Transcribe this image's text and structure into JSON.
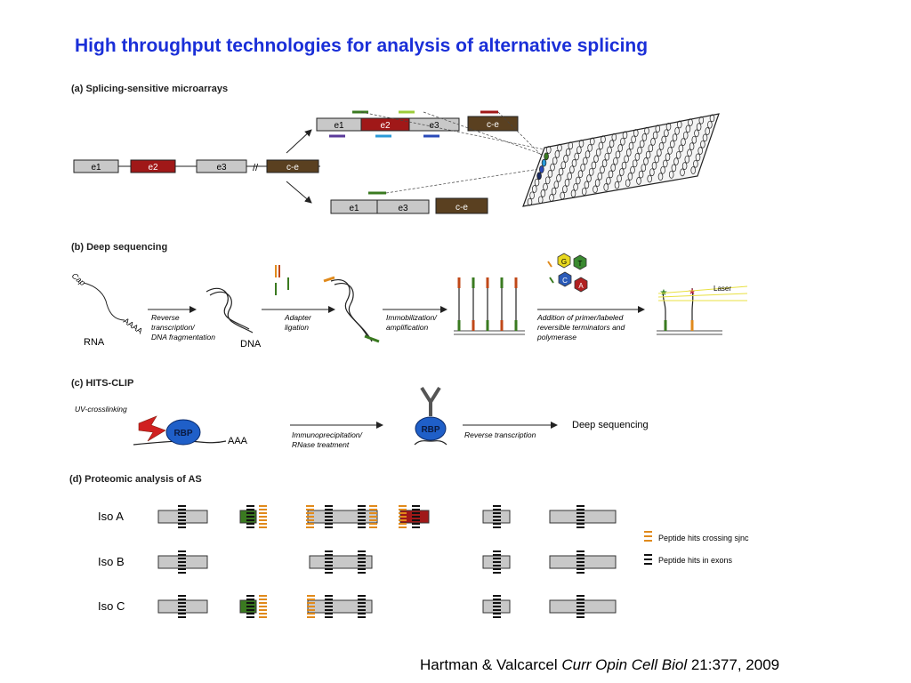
{
  "title": "High throughput technologies for analysis of alternative splicing",
  "sections": {
    "a": "(a) Splicing-sensitive microarrays",
    "b": "(b) Deep sequencing",
    "c": "(c) HITS-CLIP",
    "d": "(d) Proteomic analysis of AS"
  },
  "panel_a": {
    "exon1": "e1",
    "exon2": "e2",
    "exon3": "e3",
    "control": "c-e",
    "break": "//"
  },
  "panel_b": {
    "cap": "Cap",
    "polya": "AAAA",
    "rna": "RNA",
    "dna": "DNA",
    "step1": [
      "Reverse",
      "transcription/",
      "DNA fragmentation"
    ],
    "step2": [
      "Adapter",
      "ligation"
    ],
    "step3": [
      "Immobilization/",
      "amplification"
    ],
    "step4": [
      "Addition of primer/labeled",
      "reversible terminators and",
      "polymerase"
    ],
    "bases": [
      "G",
      "T",
      "C",
      "A"
    ],
    "laser": "Laser"
  },
  "panel_c": {
    "uv": "UV-crosslinking",
    "rbp": "RBP",
    "polya": "AAA",
    "step1": [
      "Immunoprecipitation/",
      "RNase treatment"
    ],
    "step2": "Reverse transcription",
    "result": "Deep sequencing"
  },
  "panel_d": {
    "isoforms": [
      "Iso A",
      "Iso B",
      "Iso C"
    ],
    "legend_junction": "Peptide hits crossing sjnc",
    "legend_exon": "Peptide hits in exons"
  },
  "citation": {
    "authors": "Hartman & Valcarcel ",
    "journal": "Curr Opin Cell Biol",
    "ref": " 21:377, 2009"
  },
  "colors": {
    "title": "#1a2fd8",
    "exon_gray": "#c8c8c8",
    "exon_red": "#a01818",
    "control_brown": "#5a4020",
    "green": "#3a7a20",
    "orange": "#e08a1c",
    "blue_rbp": "#1f5fc8"
  }
}
